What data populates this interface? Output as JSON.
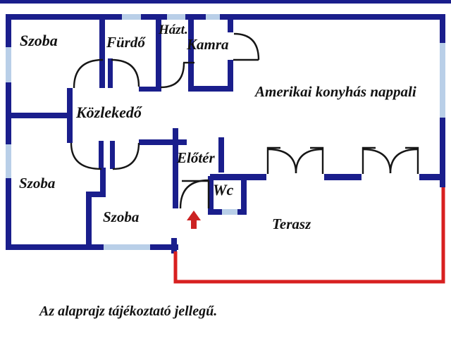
{
  "colors": {
    "wall": "#1a1e8c",
    "window": "#b9cfe8",
    "terrace": "#d82020",
    "arrow": "#cc2222",
    "text": "#121212",
    "bg": "#ffffff"
  },
  "rooms": [
    {
      "id": "szoba-top-left",
      "label": "Szoba"
    },
    {
      "id": "furdo",
      "label": "Fürdő"
    },
    {
      "id": "hazt",
      "label": "Házt."
    },
    {
      "id": "kamra",
      "label": "Kamra"
    },
    {
      "id": "nappali",
      "label": "Amerikai konyhás nappali"
    },
    {
      "id": "kozlekedo",
      "label": "Közlekedő"
    },
    {
      "id": "eloter",
      "label": "Előtér"
    },
    {
      "id": "wc",
      "label": "Wc"
    },
    {
      "id": "szoba-bottom-left",
      "label": "Szoba"
    },
    {
      "id": "szoba-bottom-center",
      "label": "Szoba"
    },
    {
      "id": "terasz",
      "label": "Terasz"
    }
  ],
  "icons": {
    "entrance_arrow": "red-up-arrow"
  },
  "footer": {
    "note": "Az alaprajz tájékoztató jellegű."
  }
}
